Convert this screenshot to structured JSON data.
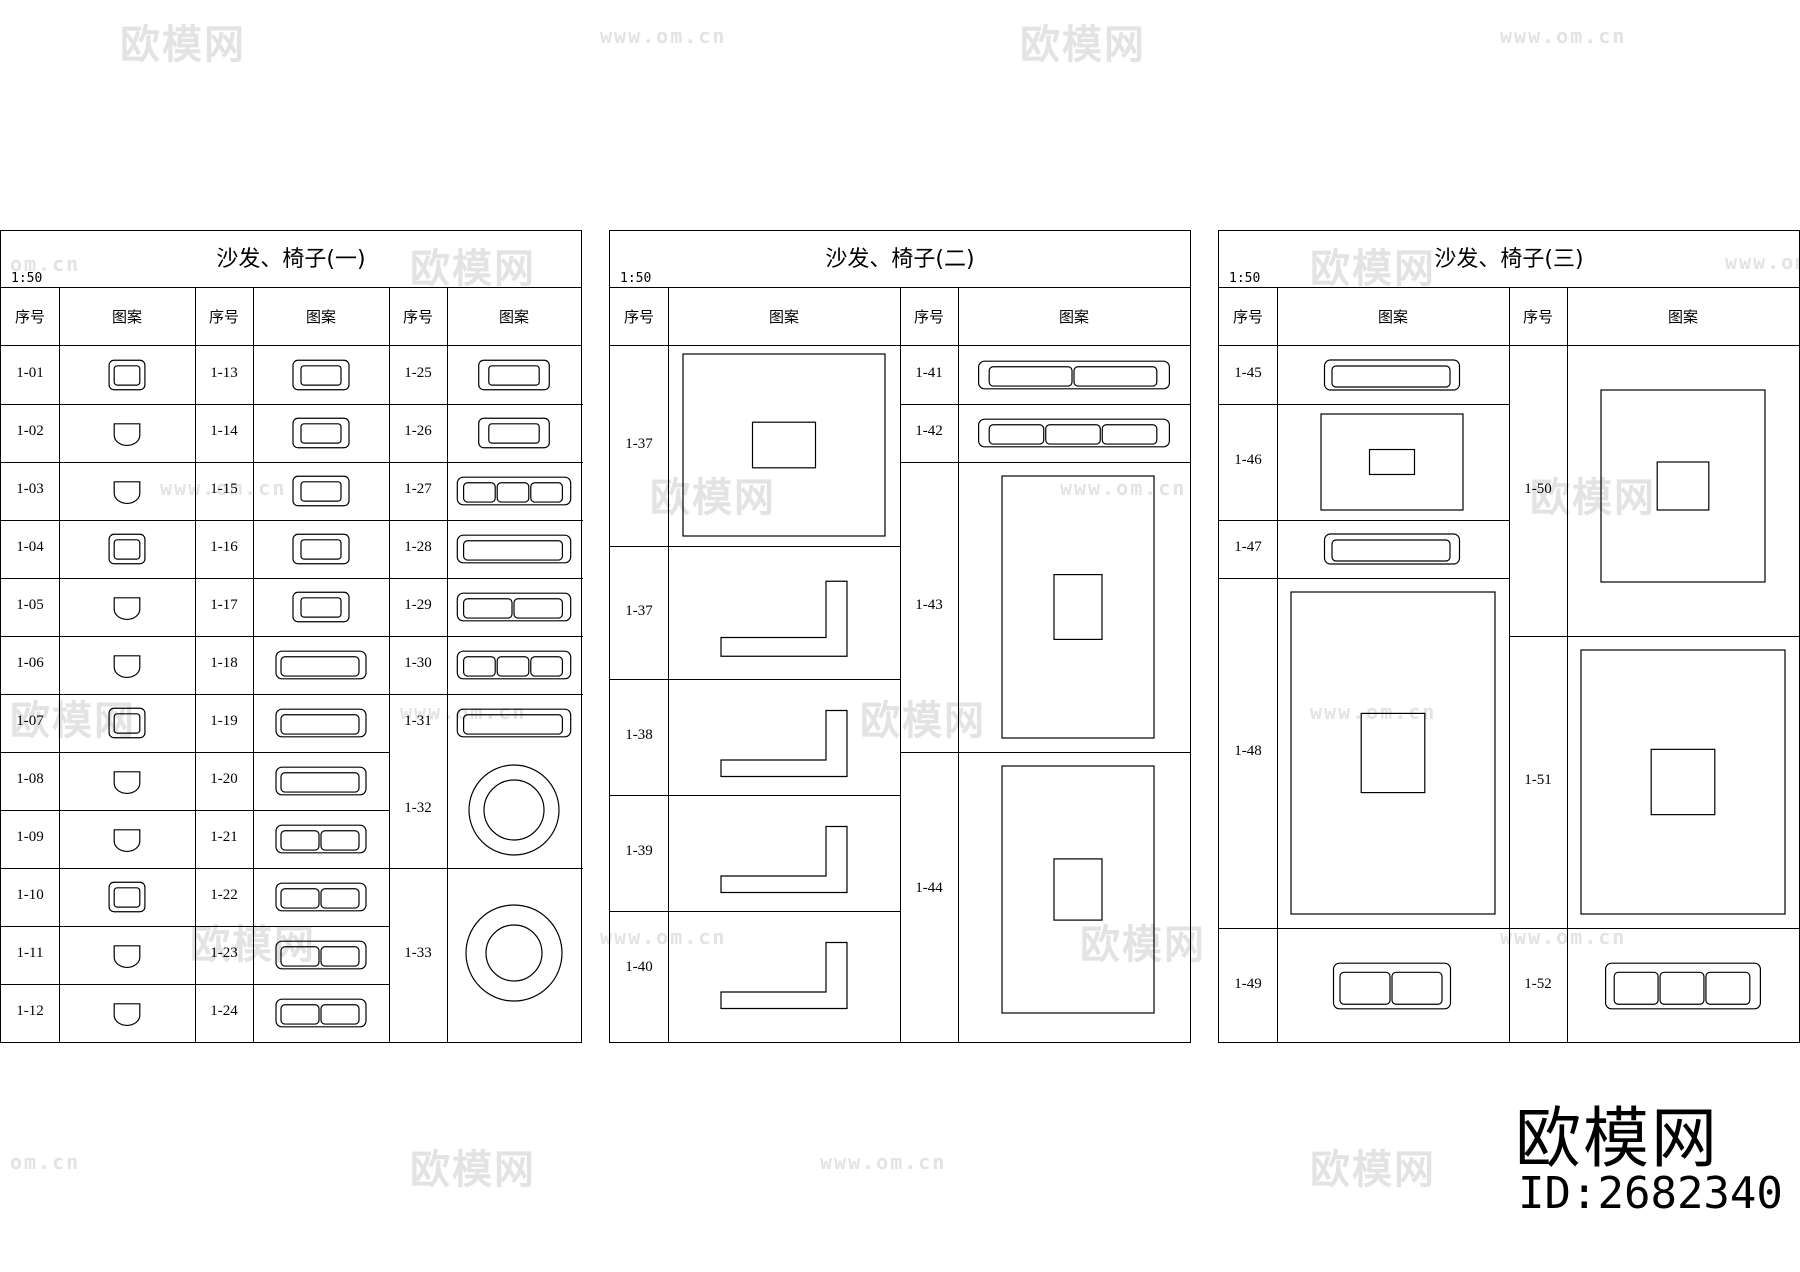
{
  "watermarks": {
    "brand": "欧模网",
    "url": "www.om.cn",
    "url_short": "om.cn"
  },
  "panels": [
    {
      "title": "沙发、椅子(一)",
      "scale": "1:50",
      "col_no": "序号",
      "col_pic": "图案",
      "col1": [
        "1-01",
        "1-02",
        "1-03",
        "1-04",
        "1-05",
        "1-06",
        "1-07",
        "1-08",
        "1-09",
        "1-10",
        "1-11",
        "1-12"
      ],
      "col2": [
        "1-13",
        "1-14",
        "1-15",
        "1-16",
        "1-17",
        "1-18",
        "1-19",
        "1-20",
        "1-21",
        "1-22",
        "1-23",
        "1-24"
      ],
      "col3": [
        "1-25",
        "1-26",
        "1-27",
        "1-28",
        "1-29",
        "1-30",
        "1-31",
        "1-32",
        "1-33"
      ]
    },
    {
      "title": "沙发、椅子(二)",
      "scale": "1:50",
      "col_no": "序号",
      "col_pic": "图案",
      "col1": [
        "1-37",
        "1-37",
        "1-38",
        "1-39",
        "1-40"
      ],
      "col2": [
        "1-41",
        "1-42",
        "1-43",
        "1-44"
      ]
    },
    {
      "title": "沙发、椅子(三)",
      "scale": "1:50",
      "col_no": "序号",
      "col_pic": "图案",
      "col1": [
        "1-45",
        "1-46",
        "1-47",
        "1-48",
        "1-49"
      ],
      "col2": [
        "1-50",
        "1-51",
        "1-52"
      ]
    }
  ],
  "brand_mark": "欧模网",
  "id_label": "ID:2682340"
}
